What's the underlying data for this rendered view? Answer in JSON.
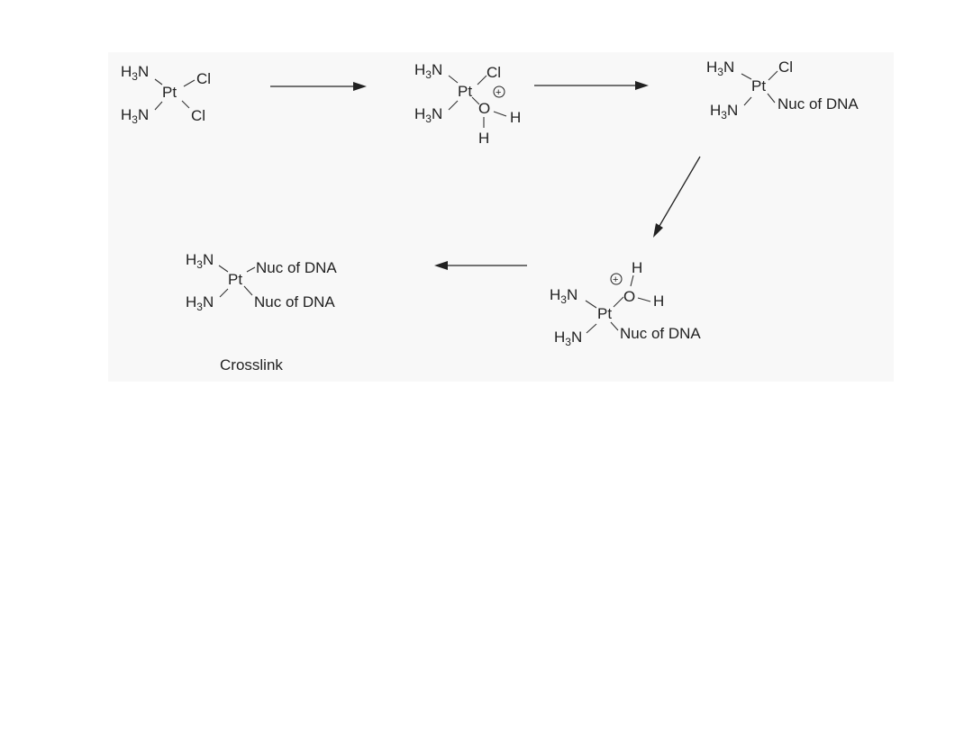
{
  "species": {
    "cisplatin": {
      "ligand_top_left": "H3N",
      "ligand_bottom_left": "H3N",
      "metal": "Pt",
      "ligand_top_right": "Cl",
      "ligand_bottom_right": "Cl"
    },
    "aqua_complex": {
      "ligand_top_left": "H3N",
      "ligand_bottom_left": "H3N",
      "metal": "Pt",
      "ligand_top_right": "Cl",
      "oxygen": "O",
      "hydrogen_right": "H",
      "hydrogen_bottom": "H",
      "charge": "+"
    },
    "monoadduct": {
      "ligand_top_left": "H3N",
      "ligand_bottom_left": "H3N",
      "metal": "Pt",
      "ligand_top_right": "Cl",
      "ligand_bottom_right": "Nuc of DNA"
    },
    "aqua_monoadduct": {
      "ligand_top_left": "H3N",
      "ligand_bottom_left": "H3N",
      "metal": "Pt",
      "hydrogen_top": "H",
      "oxygen": "O",
      "hydrogen_right": "H",
      "ligand_bottom_right": "Nuc of DNA",
      "charge": "+"
    },
    "crosslink": {
      "ligand_top_left": "H3N",
      "ligand_bottom_left": "H3N",
      "metal": "Pt",
      "ligand_top_right": "Nuc of DNA",
      "ligand_bottom_right": "Nuc of DNA",
      "caption": "Crosslink"
    }
  },
  "colors": {
    "panel_background": "#f8f8f8",
    "ink": "#222222"
  }
}
